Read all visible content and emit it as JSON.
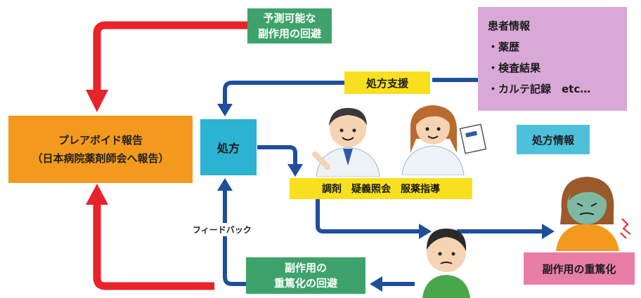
{
  "boxes": {
    "predict": {
      "line1": "予測可能な",
      "line2": "副作用の回避"
    },
    "preavoid": {
      "line1": "プレアボイド報告",
      "line2": "（日本病院薬剤師会へ報告）"
    },
    "prescription": {
      "label": "処方"
    },
    "support": {
      "label": "処方支援"
    },
    "patient_info": {
      "title": "患者情報",
      "items": [
        "・薬歴",
        "・検査結果",
        "・カルテ記録　etc…"
      ]
    },
    "rx_info": {
      "label": "処方情報"
    },
    "pharmacy": {
      "label": "調剤　疑義照会　服薬指導"
    },
    "severe": {
      "label": "副作用の重篤化"
    },
    "avoid_severe": {
      "line1": "副作用の",
      "line2": "重篤化の回避"
    },
    "feedback": {
      "label": "フィードバック"
    }
  },
  "colors": {
    "red_arrow": "#e8232a",
    "blue_arrow": "#1f4e9c",
    "green_box": "#3da36b",
    "orange_box": "#f39a1e",
    "cyan_box": "#2bb3d1",
    "yellow_box": "#f8e01e",
    "pink_box": "#e87ea6",
    "purple_box": "#d9a8d6"
  },
  "icons": [
    "pharmacist-male-icon",
    "pharmacist-female-icon",
    "patient-boy-icon",
    "patient-woman-sick-icon"
  ]
}
